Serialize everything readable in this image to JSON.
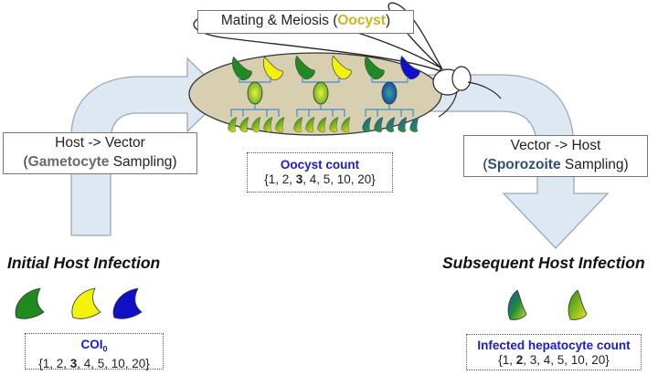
{
  "top_label": {
    "prefix": "Mating & Meiosis (",
    "highlight": "Oocyst",
    "suffix": ")"
  },
  "host_to_vector": {
    "line1": "Host -> Vector",
    "open": "(",
    "highlight": "Gametocyte",
    "rest": " Sampling)"
  },
  "vector_to_host": {
    "line1": "Vector -> Host",
    "open": "(",
    "highlight": "Sporozoite",
    "rest": " Sampling)"
  },
  "oocyst_count": {
    "header": "Oocyst count",
    "pre": "{1, 2, ",
    "bold": "3",
    "post": ", 4, 5, 10, 20}"
  },
  "initial_infection": {
    "title": "Initial Host Infection"
  },
  "coi": {
    "header_main": "COI",
    "header_sub": "0",
    "pre": "{1, 2, ",
    "bold": "3",
    "post": ", 4, 5, 10, 20}"
  },
  "subsequent_infection": {
    "title": "Subsequent Host Infection"
  },
  "hepatocyte_count": {
    "header": "Infected hepatocyte count",
    "pre": "{1, ",
    "bold": "2",
    "post": ", 3, 4, 5, 10, 20}"
  },
  "colors": {
    "arrow_fill": "#dde8f3",
    "arrow_stroke": "#9aa8b8",
    "midgut_fill": "#d8cfb0",
    "parasite_green": "#1f8a1f",
    "parasite_yellow": "#f2f20a",
    "parasite_blue": "#1010c8",
    "bracket": "#3f8fd0",
    "header_blue": "#1a1ad0",
    "oocyst_gold": "#cdb422"
  }
}
